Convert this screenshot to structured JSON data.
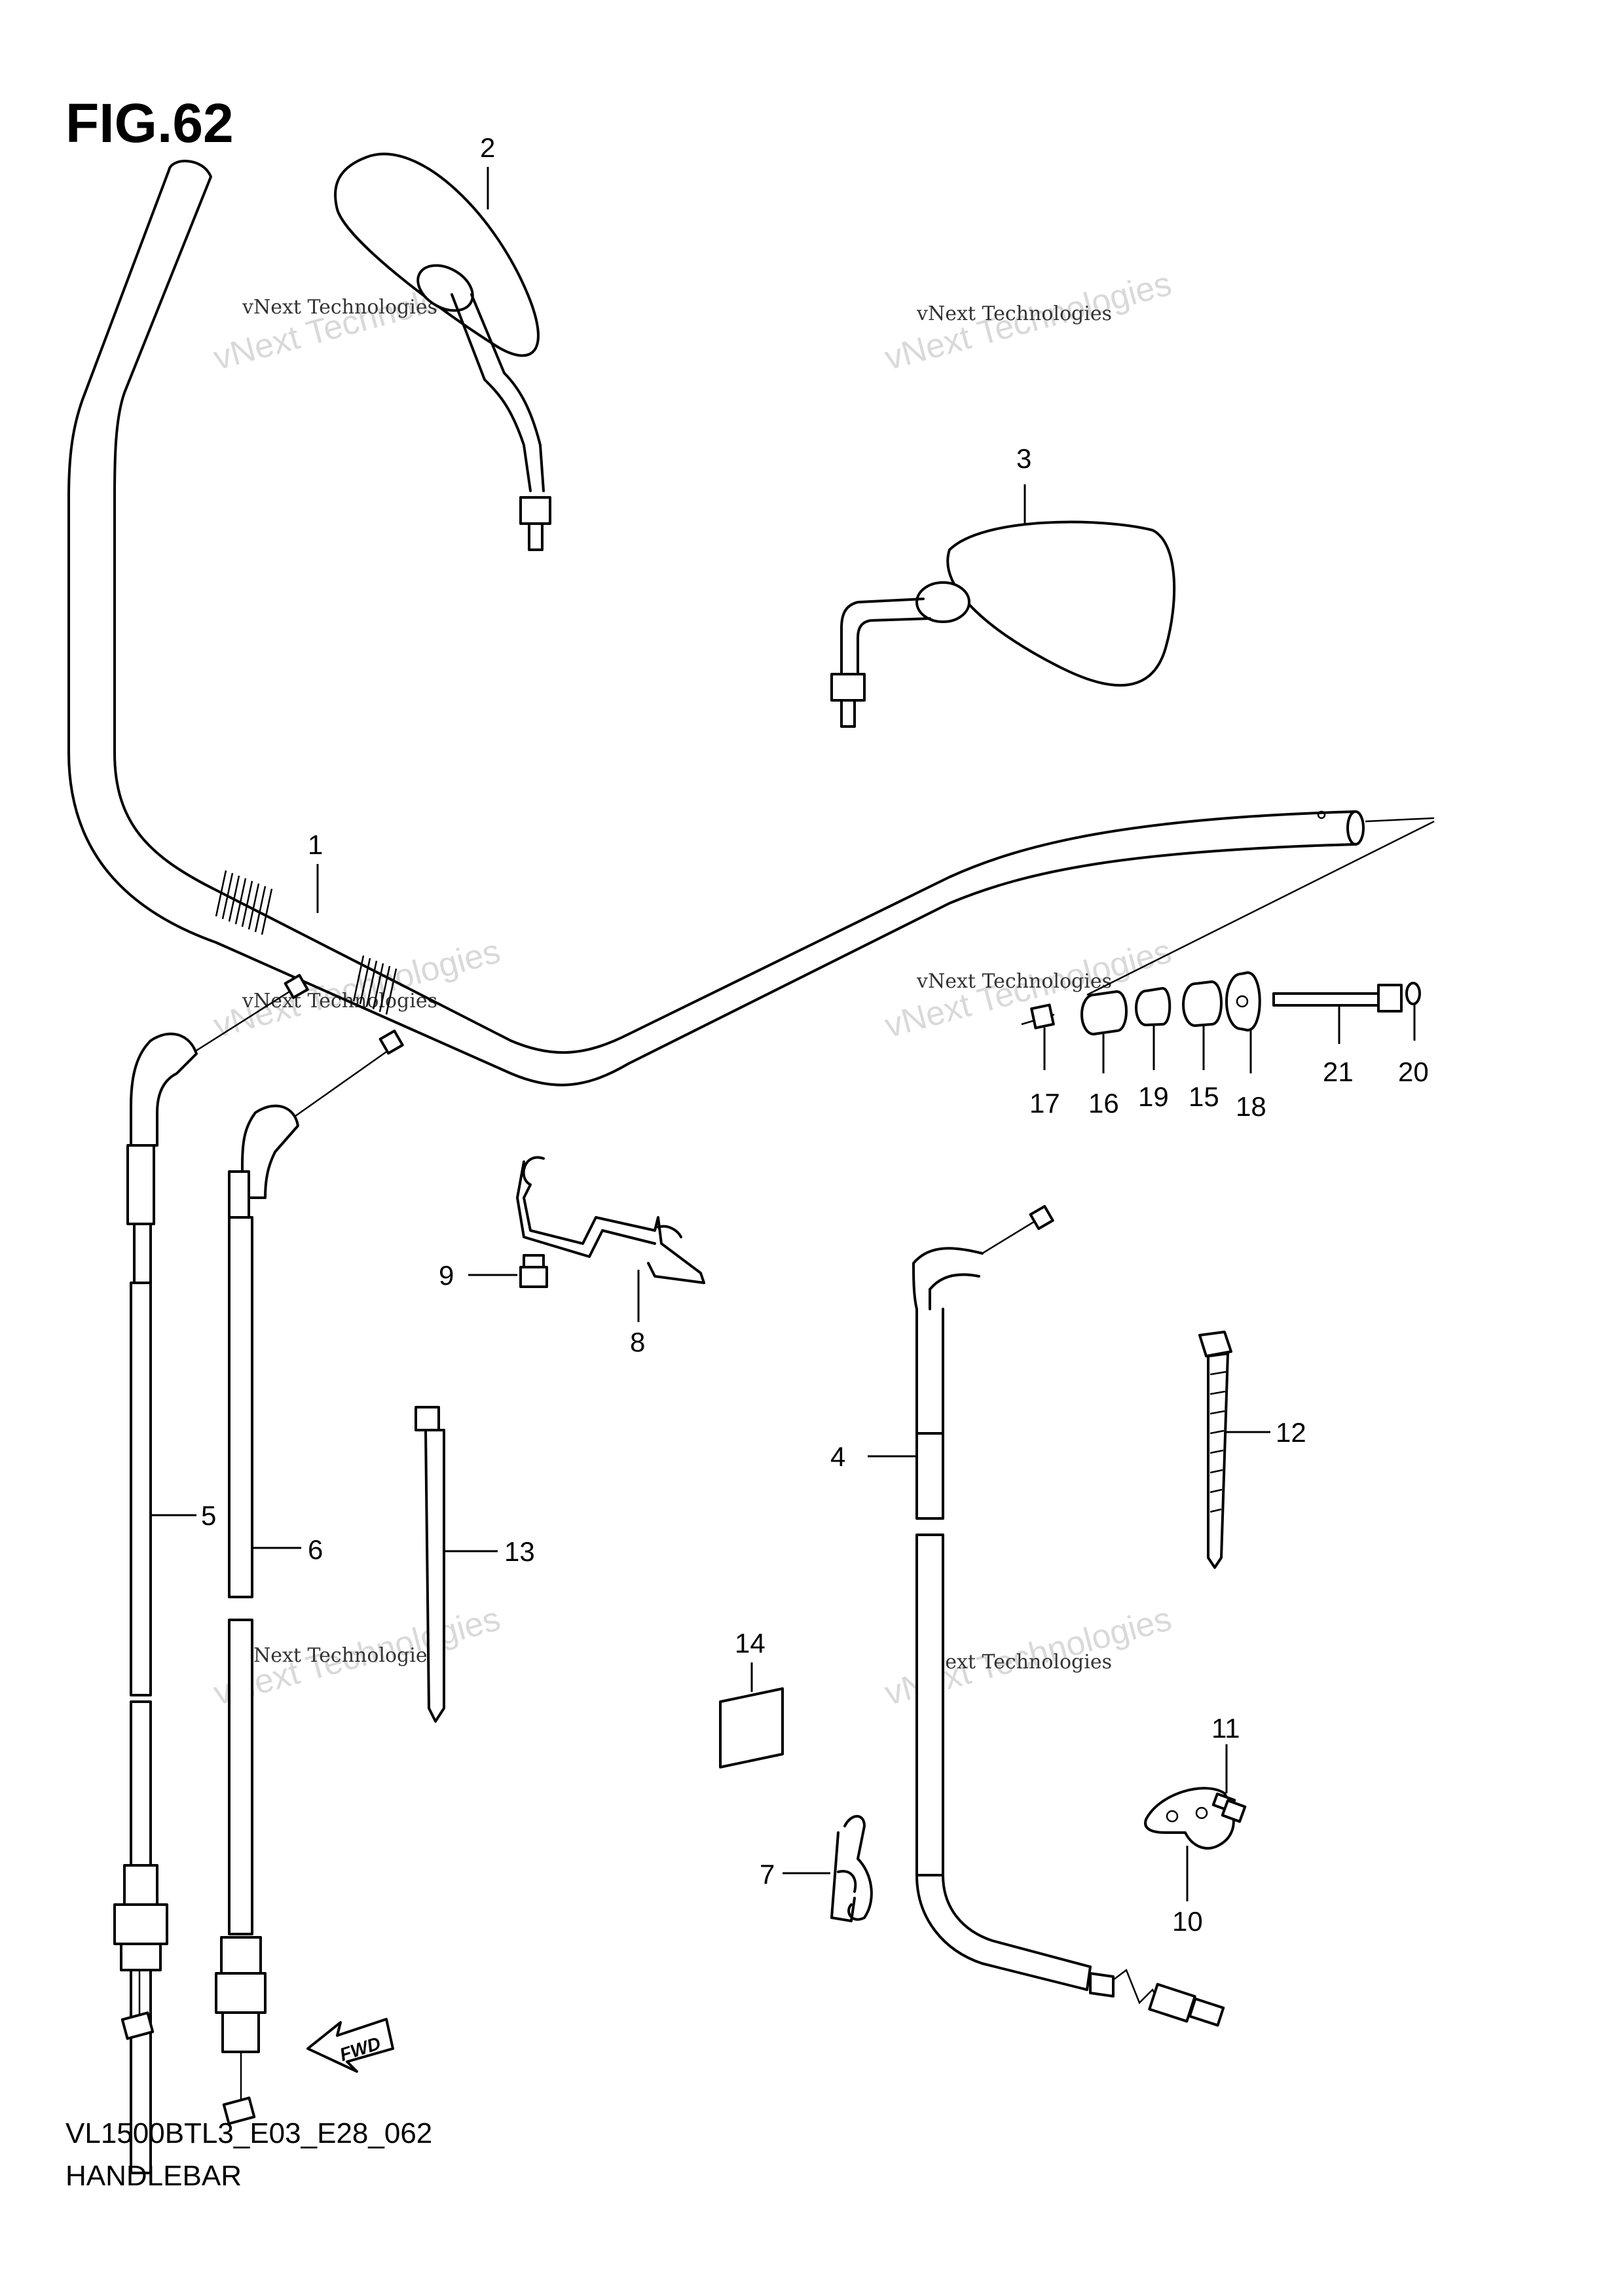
{
  "figure": {
    "title": "FIG.62",
    "model_code": "VL1500BTL3_E03_E28_062",
    "section_name": "HANDLEBAR"
  },
  "watermark": {
    "small_text": "vNext Technologies",
    "big_line1": "vNext",
    "big_line2": "Technologies"
  },
  "callouts": [
    {
      "id": "1",
      "label": "1"
    },
    {
      "id": "2",
      "label": "2"
    },
    {
      "id": "3",
      "label": "3"
    },
    {
      "id": "4",
      "label": "4"
    },
    {
      "id": "5",
      "label": "5"
    },
    {
      "id": "6",
      "label": "6"
    },
    {
      "id": "7",
      "label": "7"
    },
    {
      "id": "8",
      "label": "8"
    },
    {
      "id": "9",
      "label": "9"
    },
    {
      "id": "10",
      "label": "10"
    },
    {
      "id": "11",
      "label": "11"
    },
    {
      "id": "12",
      "label": "12"
    },
    {
      "id": "13",
      "label": "13"
    },
    {
      "id": "14",
      "label": "14"
    },
    {
      "id": "15",
      "label": "15"
    },
    {
      "id": "16",
      "label": "16"
    },
    {
      "id": "17",
      "label": "17"
    },
    {
      "id": "18",
      "label": "18"
    },
    {
      "id": "19",
      "label": "19"
    },
    {
      "id": "20",
      "label": "20"
    },
    {
      "id": "21",
      "label": "21"
    }
  ],
  "fwd_label": "FWD"
}
